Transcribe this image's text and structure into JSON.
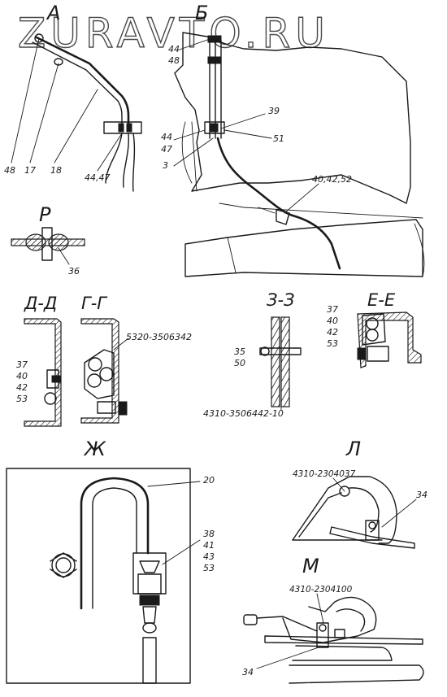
{
  "watermark": "ZURAVTO.RU",
  "views": {
    "a": {
      "title": "А",
      "labels": [
        "48",
        "17",
        "18",
        "44,47"
      ]
    },
    "b": {
      "title": "Б",
      "labels": [
        "44",
        "48",
        "39",
        "44",
        "47",
        "51",
        "3",
        "40,42,52"
      ]
    },
    "p": {
      "title": "Р",
      "labels": [
        "36"
      ]
    },
    "dd": {
      "title": "Д-Д",
      "labels": [
        "37",
        "40",
        "42",
        "53"
      ]
    },
    "gg": {
      "title": "Г-Г",
      "labels": [
        "5320-3506342"
      ]
    },
    "zz": {
      "title": "З-З",
      "labels": [
        "35",
        "50",
        "4310-3506442-10"
      ]
    },
    "ee": {
      "title": "Е-Е",
      "labels": [
        "37",
        "40",
        "42",
        "53"
      ]
    },
    "zh": {
      "title": "Ж",
      "labels": [
        "20",
        "38",
        "41",
        "43",
        "53"
      ]
    },
    "l": {
      "title": "Л",
      "labels": [
        "4310-2304037",
        "34"
      ]
    },
    "m": {
      "title": "М",
      "labels": [
        "4310-2304100",
        "34"
      ]
    }
  }
}
